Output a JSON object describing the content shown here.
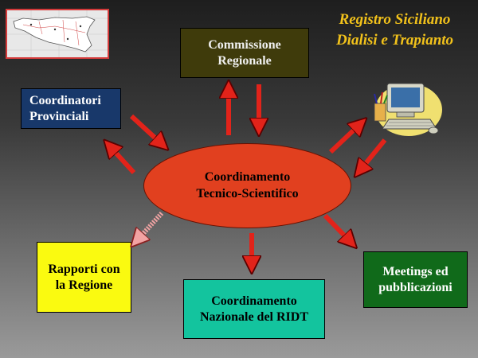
{
  "title": "Registro Siciliano\nDialisi e Trapianto",
  "nodes": {
    "commissione": "Commissione\nRegionale",
    "coordinatori": "Coordinatori\nProvinciali",
    "centrale": "Coordinamento\nTecnico-Scientifico",
    "rapporti": "Rapporti con\nla Regione",
    "nazionale": "Coordinamento\nNazionale del RIDT",
    "meetings": "Meetings ed\npubblicazioni"
  },
  "colors": {
    "commissione_bg": "#3f3b0b",
    "coordinatori_bg": "#18386a",
    "centrale_bg": "#e1401f",
    "rapporti_bg": "#fafa10",
    "nazionale_bg": "#13c49e",
    "meetings_bg": "#106a1a",
    "arrow": "#e2231a",
    "title": "#f2c21b"
  },
  "icons": {
    "map": "sicily-map-icon",
    "computer": "computer-icon"
  }
}
